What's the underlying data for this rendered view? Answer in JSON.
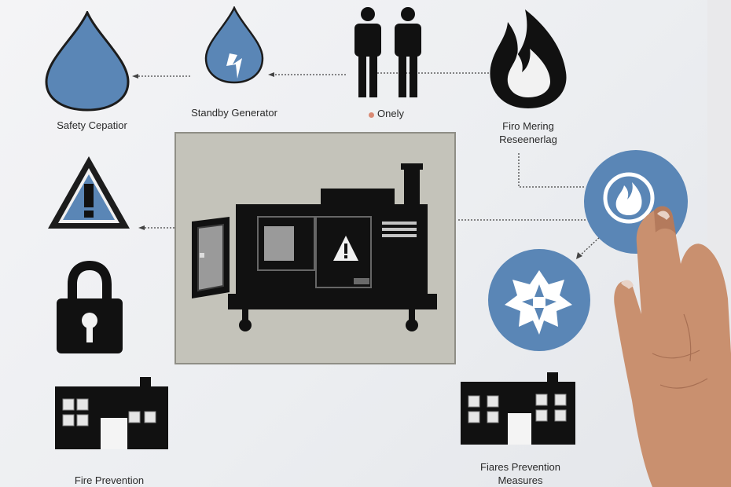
{
  "labels": {
    "safety_capacitor": "Safety Cepatior",
    "standby_generator": "Standby Generator",
    "onely": "Onely",
    "fire_meriting_line1": "Firo Mering",
    "fire_meriting_line2": "Reseenerlag",
    "fire_prevention": "Fire Prevention",
    "fares_prevention_line1": "Fiares Prevention",
    "fares_prevention_line2": "Measures"
  },
  "colors": {
    "accent_blue": "#5a86b6",
    "icon_black": "#111111",
    "panel_gray": "#c4c3ba",
    "sheet": "#eeeff2"
  },
  "icons": [
    "water-drop-icon",
    "lightning-drop-icon",
    "people-icon",
    "flame-icon",
    "warning-triangle-icon",
    "padlock-icon",
    "generator-icon",
    "house-icon",
    "flame-badge-icon",
    "snowflake-badge-icon",
    "hand-image"
  ]
}
